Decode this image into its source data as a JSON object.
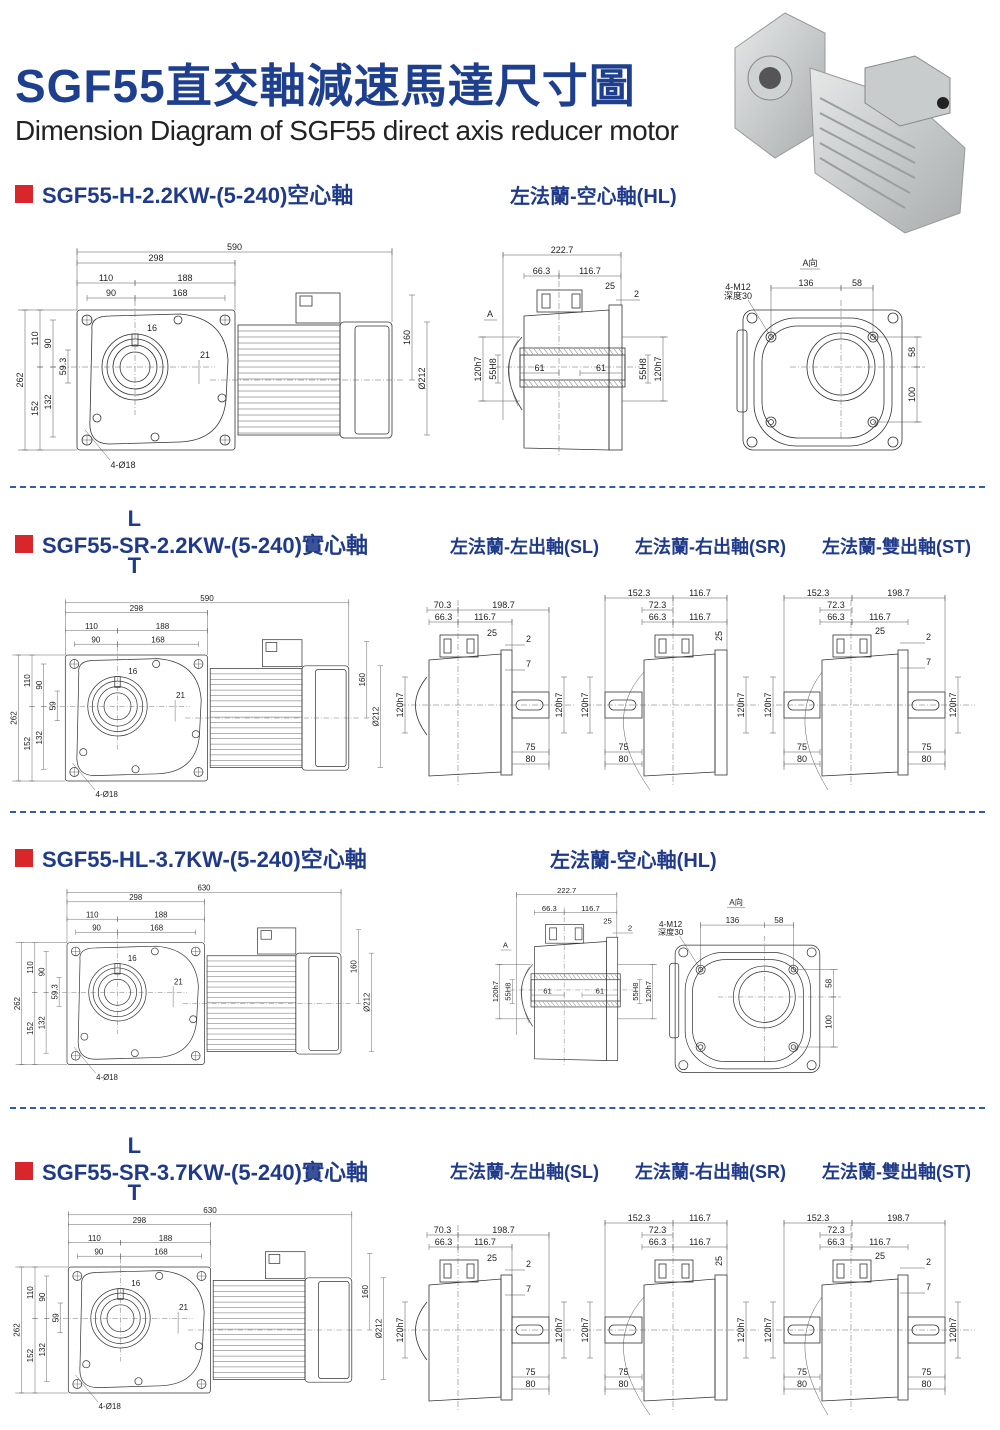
{
  "header": {
    "title": "SGF55直交軸減速馬達尺寸圖",
    "subtitle": "Dimension Diagram of SGF55 direct axis reducer motor"
  },
  "colors": {
    "accent_blue": "#1f3a8a",
    "marker_red": "#d9262b",
    "separator": "#2f5bb0"
  },
  "sections": [
    {
      "title": "SGF55-H-2.2KW-(5-240)空心軸",
      "views": [
        "左法蘭-空心軸(HL)"
      ],
      "side": {
        "overall": "590",
        "d298": "298",
        "d110": "110",
        "d188": "188",
        "d90": "90",
        "d168": "168",
        "v262": "262",
        "v110": "110",
        "v152": "152",
        "v90": "90",
        "v132": "132",
        "v59": "59.3",
        "key16": "16",
        "key21": "21",
        "d160": "160",
        "dia": "Ø212",
        "holes": "4-Ø18"
      },
      "hollow": {
        "total": "222.7",
        "a": "66.3",
        "b": "116.7",
        "c25": "25",
        "c2": "2",
        "arrow": "A",
        "lh7": "120h7",
        "lh8": "55H8",
        "s1": "61",
        "s2": "61",
        "rh8": "55H8",
        "rh7": "120h7"
      },
      "flange": {
        "view": "A向",
        "tap": "4-M12",
        "depth": "深度30",
        "d136": "136",
        "d58": "58",
        "v58": "58",
        "v100": "100"
      }
    },
    {
      "title_prefix": "SGF55-",
      "title_mid": "SR",
      "title_up": "L",
      "title_down": "T",
      "title_suffix": "-2.2KW-(5-240)實心軸",
      "views": [
        "左法蘭-左出軸(SL)",
        "左法蘭-右出軸(SR)",
        "左法蘭-雙出軸(ST)"
      ],
      "side": {
        "overall": "590",
        "d298": "298",
        "d110": "110",
        "d188": "188",
        "d90": "90",
        "d168": "168",
        "v262": "262",
        "v110": "110",
        "v152": "152",
        "v90": "90",
        "v132": "132",
        "v59": "59",
        "key16": "16",
        "key21": "21",
        "d160": "160",
        "dia": "Ø212",
        "holes": "4-Ø18"
      },
      "sl": {
        "t1": "70.3",
        "t2": "198.7",
        "a": "66.3",
        "b": "116.7",
        "c25": "25",
        "c2": "2",
        "c7": "7",
        "lh7": "120h7",
        "rh7": "120h7",
        "s75": "75",
        "s80": "80"
      },
      "sr": {
        "t1": "152.3",
        "t2": "116.7",
        "m": "72.3",
        "a": "66.3",
        "b": "116.7",
        "c25": "25",
        "lh7": "120h7",
        "rh7": "120h7",
        "s75": "75",
        "s80": "80"
      },
      "st": {
        "t1": "152.3",
        "t2": "198.7",
        "m": "72.3",
        "a": "66.3",
        "b": "116.7",
        "c25": "25",
        "c2": "2",
        "c7": "7",
        "lh7": "120h7",
        "rh7": "120h7",
        "l75": "75",
        "l80": "80",
        "r75": "75",
        "r80": "80"
      }
    },
    {
      "title": "SGF55-HL-3.7KW-(5-240)空心軸",
      "views": [
        "左法蘭-空心軸(HL)"
      ],
      "side": {
        "overall": "630",
        "d298": "298",
        "d110": "110",
        "d188": "188",
        "d90": "90",
        "d168": "168",
        "v262": "262",
        "v110": "110",
        "v152": "152",
        "v90": "90",
        "v132": "132",
        "v59": "59.3",
        "key16": "16",
        "key21": "21",
        "d160": "160",
        "dia": "Ø212",
        "holes": "4-Ø18"
      },
      "hollow": {
        "total": "222.7",
        "a": "66.3",
        "b": "116.7",
        "c25": "25",
        "c2": "2",
        "arrow": "A",
        "lh7": "120h7",
        "lh8": "55H8",
        "s1": "61",
        "s2": "61",
        "rh8": "55H8",
        "rh7": "120h7"
      },
      "flange": {
        "view": "A向",
        "tap": "4-M12",
        "depth": "深度30",
        "d136": "136",
        "d58": "58",
        "v58": "58",
        "v100": "100"
      }
    },
    {
      "title_prefix": "SGF55-",
      "title_mid": "SR",
      "title_up": "L",
      "title_down": "T",
      "title_suffix": "-3.7KW-(5-240)實心軸",
      "views": [
        "左法蘭-左出軸(SL)",
        "左法蘭-右出軸(SR)",
        "左法蘭-雙出軸(ST)"
      ],
      "side": {
        "overall": "630",
        "d298": "298",
        "d110": "110",
        "d188": "188",
        "d90": "90",
        "d168": "168",
        "v262": "262",
        "v110": "110",
        "v152": "152",
        "v90": "90",
        "v132": "132",
        "v59": "59",
        "key16": "16",
        "key21": "21",
        "d160": "160",
        "dia": "Ø212",
        "holes": "4-Ø18"
      },
      "sl": {
        "t1": "70.3",
        "t2": "198.7",
        "a": "66.3",
        "b": "116.7",
        "c25": "25",
        "c2": "2",
        "c7": "7",
        "lh7": "120h7",
        "rh7": "120h7",
        "s75": "75",
        "s80": "80"
      },
      "sr": {
        "t1": "152.3",
        "t2": "116.7",
        "m": "72.3",
        "a": "66.3",
        "b": "116.7",
        "c25": "25",
        "lh7": "120h7",
        "rh7": "120h7",
        "s75": "75",
        "s80": "80"
      },
      "st": {
        "t1": "152.3",
        "t2": "198.7",
        "m": "72.3",
        "a": "66.3",
        "b": "116.7",
        "c25": "25",
        "c2": "2",
        "c7": "7",
        "lh7": "120h7",
        "rh7": "120h7",
        "l75": "75",
        "l80": "80",
        "r75": "75",
        "r80": "80"
      }
    }
  ]
}
